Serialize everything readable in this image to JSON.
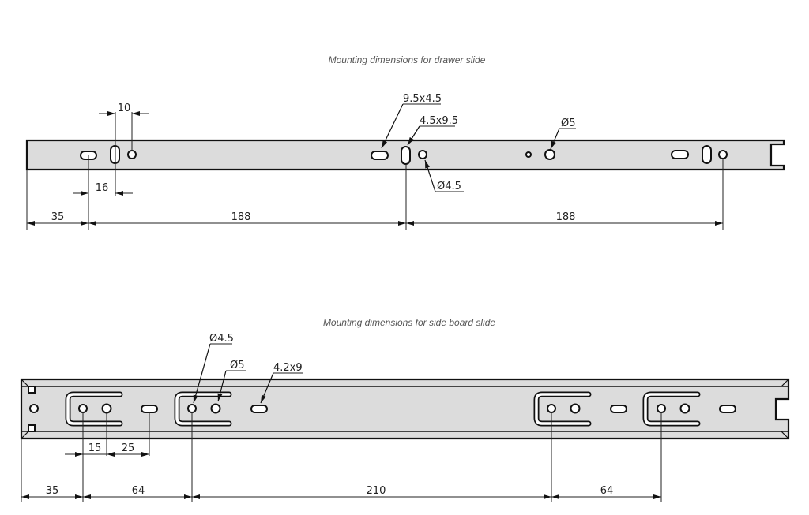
{
  "drawer_slide": {
    "caption": "Mounting dimensions for drawer slide",
    "dims": {
      "d10": "10",
      "d16": "16",
      "d35": "35",
      "d188a": "188",
      "d188b": "188"
    },
    "callouts": {
      "slot_h": "9.5x4.5",
      "slot_v": "4.5x9.5",
      "hole5": "Ø5",
      "hole45": "Ø4.5"
    }
  },
  "side_board_slide": {
    "caption": "Mounting dimensions for side board slide",
    "dims": {
      "d15": "15",
      "d25": "25",
      "d35": "35",
      "d64a": "64",
      "d210": "210",
      "d64b": "64"
    },
    "callouts": {
      "hole45": "Ø4.5",
      "hole5": "Ø5",
      "slot": "4.2x9"
    }
  }
}
